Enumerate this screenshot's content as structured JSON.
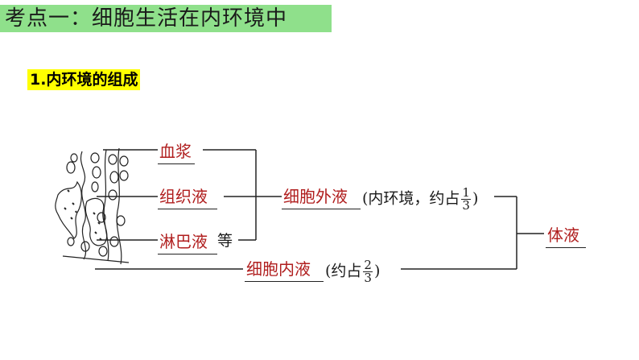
{
  "title": "考点一：细胞生活在内环境中",
  "section": "1.内环境的组成",
  "diagram": {
    "plasma": "血浆",
    "tissue_fluid": "组织液",
    "lymph": "淋巴液",
    "lymph_suffix": "等",
    "extracellular": "细胞外液",
    "extracellular_note_open": "(内环境，约占",
    "extracellular_fraction_num": "1",
    "extracellular_fraction_den": "3",
    "extracellular_note_close": ")",
    "intracellular": "细胞内液",
    "intracellular_note_open": "(约占",
    "intracellular_fraction_num": "2",
    "intracellular_fraction_den": "3",
    "intracellular_note_close": ")",
    "body_fluid": "体液"
  }
}
